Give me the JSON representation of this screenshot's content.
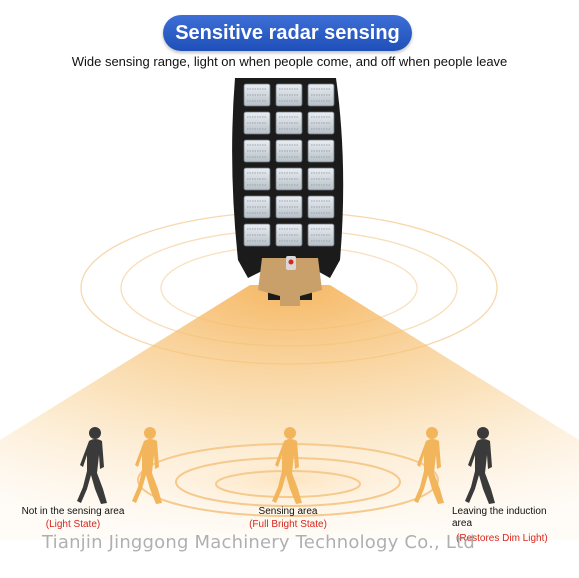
{
  "header": {
    "title": "Sensitive radar sensing",
    "subtitle": "Wide sensing range, light on when people come, and off when people leave"
  },
  "zones": [
    {
      "label": "Not in the sensing area",
      "state": "(Light State)"
    },
    {
      "label": "Sensing area",
      "state": "(Full Bright State)"
    },
    {
      "label": "Leaving the induction area",
      "state": "(Restores Dim Light)"
    }
  ],
  "watermark": "Tianjin Jinggong Machinery Technology Co., Ltd",
  "colors": {
    "title_pill": "#2a5cc6",
    "state_text": "#d9261c",
    "beam": "#f5b35a",
    "person_dark": "#3a3a3a",
    "person_light": "#f2b55c"
  },
  "icons": [
    "street-lamp-icon",
    "person-walking-icon"
  ]
}
